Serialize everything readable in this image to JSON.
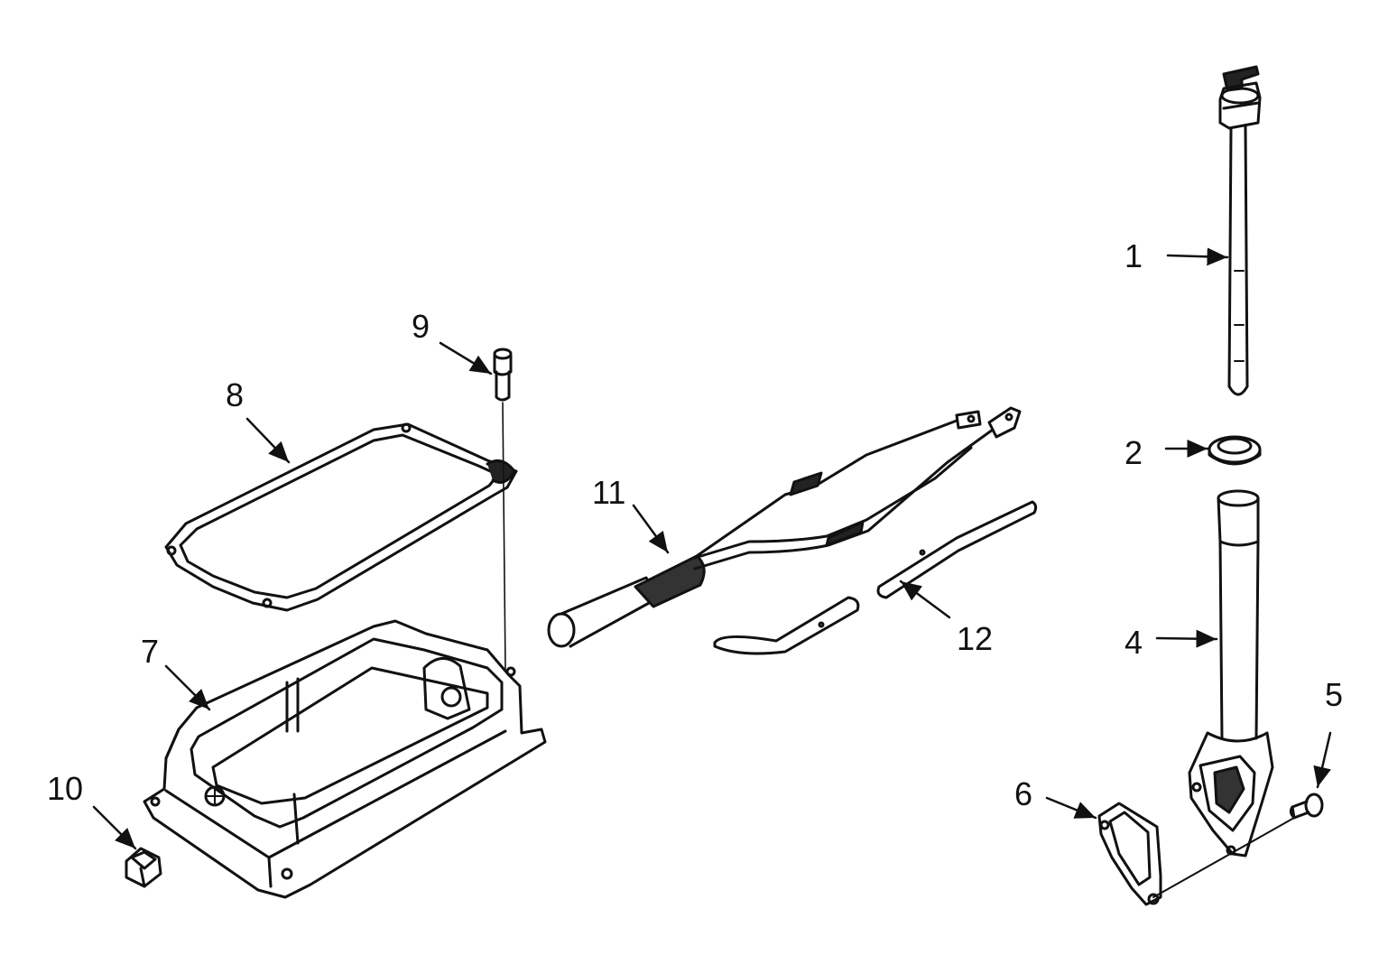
{
  "diagram": {
    "type": "exploded-parts-view",
    "line_color": "#111111",
    "background": "#ffffff",
    "callouts": [
      {
        "id": "c1",
        "text": "1",
        "part": "dipstick"
      },
      {
        "id": "c2",
        "text": "2",
        "part": "o-ring"
      },
      {
        "id": "c4",
        "text": "4",
        "part": "dipstick-tube"
      },
      {
        "id": "c5",
        "text": "5",
        "part": "bolt"
      },
      {
        "id": "c6",
        "text": "6",
        "part": "gasket"
      },
      {
        "id": "c7",
        "text": "7",
        "part": "oil-pan"
      },
      {
        "id": "c8",
        "text": "8",
        "part": "pan-gasket"
      },
      {
        "id": "c9",
        "text": "9",
        "part": "cap-screw"
      },
      {
        "id": "c10",
        "text": "10",
        "part": "drain-plug"
      },
      {
        "id": "c11",
        "text": "11",
        "part": "oil-heater"
      },
      {
        "id": "c12",
        "text": "12",
        "part": "sleeve"
      }
    ]
  }
}
